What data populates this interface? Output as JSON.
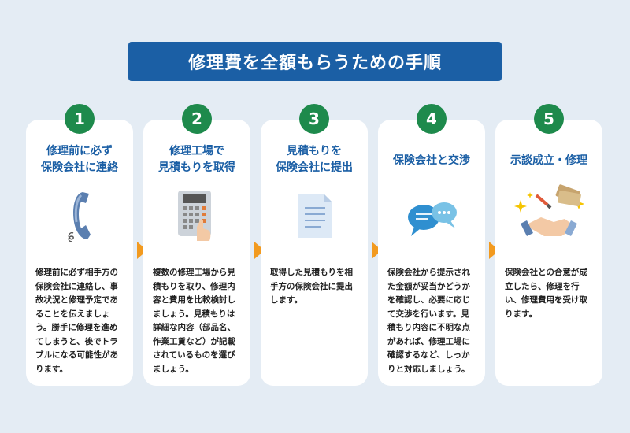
{
  "title": "修理費を全額もらうための手順",
  "steps": [
    {
      "num": "1",
      "title": [
        "修理前に必ず",
        "保険会社に連絡"
      ],
      "icon": "telephone-icon",
      "desc": "修理前に必ず相手方の保険会社に連絡し、事故状況と修理予定であることを伝えましょう。勝手に修理を進めてしまうと、後でトラブルになる可能性があります。"
    },
    {
      "num": "2",
      "title": [
        "修理工場で",
        "見積もりを取得"
      ],
      "icon": "calculator-icon",
      "desc": "複数の修理工場から見積もりを取り、修理内容と費用を比較検討しましょう。見積もりは詳細な内容（部品名、作業工賃など）が記載されているものを選びましょう。"
    },
    {
      "num": "3",
      "title": [
        "見積もりを",
        "保険会社に提出"
      ],
      "icon": "document-icon",
      "desc": "取得した見積もりを相手方の保険会社に提出します。"
    },
    {
      "num": "4",
      "title": [
        "保険会社と交渉"
      ],
      "icon": "speech-bubbles-icon",
      "desc": "保険会社から提示された金額が妥当かどうかを確認し、必要に応じて交渉を行います。見積もり内容に不明な点があれば、修理工場に確認するなど、しっかりと対応しましょう。"
    },
    {
      "num": "5",
      "title": [
        "示談成立・修理"
      ],
      "icon": "handshake-money-icon",
      "desc": "保険会社との合意が成立したら、修理を行い、修理費用を受け取ります。"
    }
  ],
  "colors": {
    "navy": "#1b5fa5",
    "green": "#1e8a4c",
    "orange": "#f29a1f",
    "bg": "#e4ecf4"
  }
}
